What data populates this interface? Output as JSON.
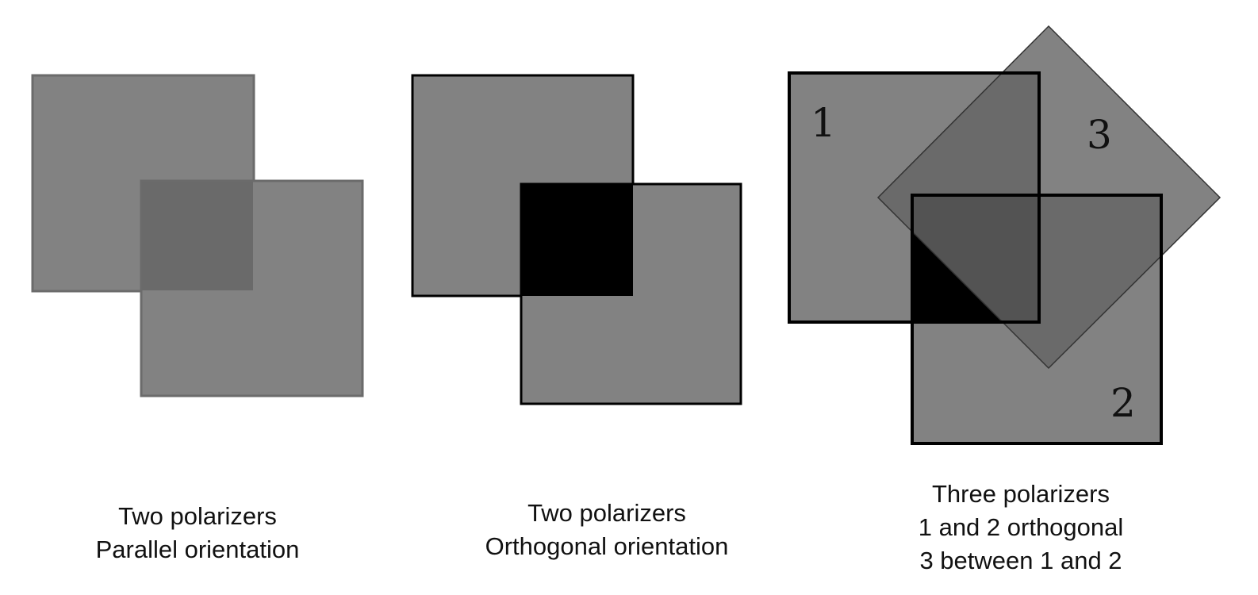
{
  "panels": [
    {
      "caption_line1": "Two polarizers",
      "caption_line2": "Parallel orientation"
    },
    {
      "caption_line1": "Two polarizers",
      "caption_line2": "Orthogonal orientation"
    },
    {
      "caption_line1": "Three polarizers",
      "caption_line2": "1 and 2 orthogonal",
      "caption_line3": "3 between 1 and 2",
      "labels": {
        "p1": "1",
        "p2": "2",
        "p3": "3"
      }
    }
  ],
  "colors": {
    "filter": "#828282",
    "overlap_parallel": "#6a6a6a",
    "overlap_crossed": "#000000",
    "overlap_triple": "#535353"
  }
}
